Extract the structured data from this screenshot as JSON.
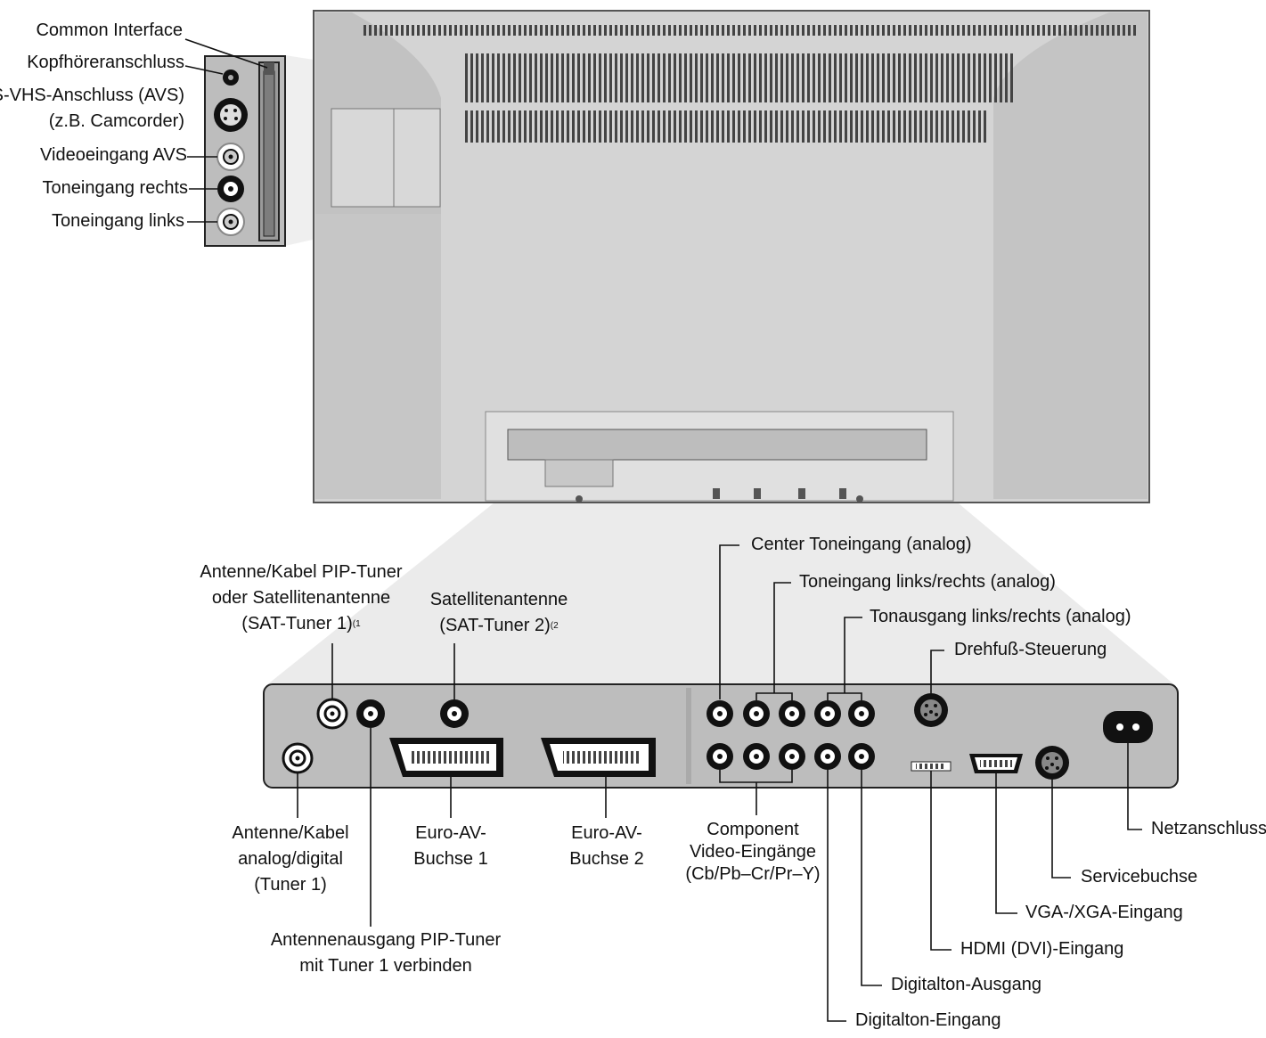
{
  "side_panel": {
    "common_interface": "Common Interface",
    "headphones": "Kopfhöreranschluss",
    "svhs": [
      "S-VHS-Anschluss (AVS)",
      "(z.B. Camcorder)"
    ],
    "video_in": "Videoeingang AVS",
    "audio_right": "Toneingang rechts",
    "audio_left": "Toneingang links"
  },
  "bottom_panel": {
    "pip_antenna": [
      "Antenne/Kabel PIP-Tuner",
      "oder Satellitenantenne",
      "(SAT-Tuner 1)"
    ],
    "pip_antenna_note": "(1",
    "sat_antenna": [
      "Satellitenantenne",
      "(SAT-Tuner 2)"
    ],
    "sat_antenna_note": "(2",
    "center_in": "Center Toneingang (analog)",
    "audio_lr_in": "Toneingang links/rechts (analog)",
    "audio_lr_out": "Tonausgang links/rechts (analog)",
    "swivel": "Drehfuß-Steuerung",
    "antenna_tuner1": [
      "Antenne/Kabel",
      "analog/digital",
      "(Tuner 1)"
    ],
    "euro_av1": [
      "Euro-AV-",
      "Buchse 1"
    ],
    "euro_av2": [
      "Euro-AV-",
      "Buchse 2"
    ],
    "component": [
      "Component",
      "Video-Eingänge",
      "(Cb/Pb–Cr/Pr–Y)"
    ],
    "power": "Netzanschluss",
    "service": "Servicebuchse",
    "vga": "VGA-/XGA-Eingang",
    "hdmi": "HDMI (DVI)-Eingang",
    "pip_out": [
      "Antennenausgang PIP-Tuner",
      "mit Tuner 1 verbinden"
    ],
    "digital_out": "Digitalton-Ausgang",
    "digital_in": "Digitalton-Eingang"
  }
}
